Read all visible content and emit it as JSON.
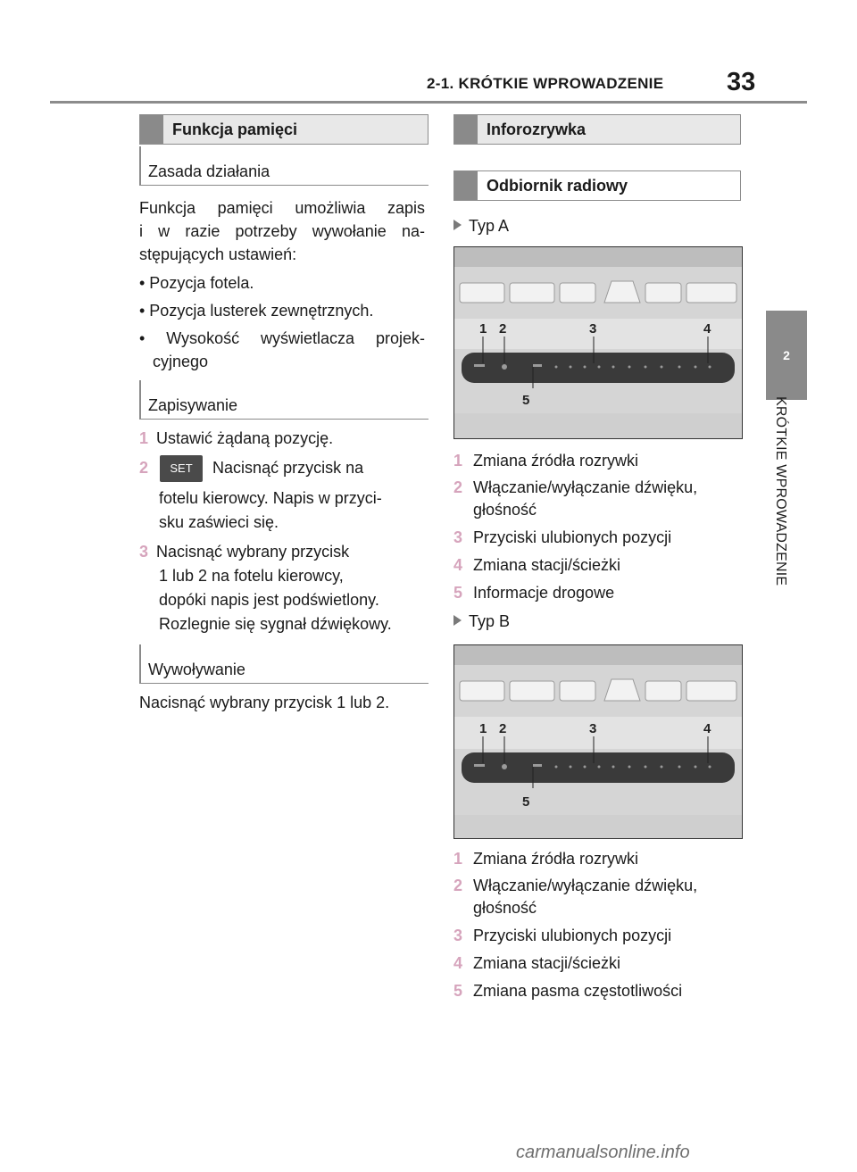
{
  "header": {
    "section": "2-1. KRÓTKIE WPROWADZENIE",
    "page_number": "33"
  },
  "side_tab": {
    "number": "2",
    "label": "KRÓTKIE WPROWADZENIE"
  },
  "left": {
    "title": "Funkcja pamięci",
    "sub1": "Zasada działania",
    "intro": [
      "Funkcja pamięci umożliwia zapis",
      "i w razie potrzeby wywołanie na-",
      "stępujących ustawień:"
    ],
    "bullets": [
      "• Pozycja fotela.",
      "• Pozycja lusterek zewnętrznych.",
      "• Wysokość wyświetlacza projek-",
      "cyjnego"
    ],
    "sub2": "Zapisywanie",
    "steps": {
      "s1_num": "1",
      "s1_text": "Ustawić żądaną pozycję.",
      "s2_num": "2",
      "s2_btn": "SET",
      "s2_line1": "Nacisnąć przycisk na",
      "s2_line2": "fotelu kierowcy. Napis w przyci-",
      "s2_line3": "sku zaświeci się.",
      "s3_num": "3",
      "s3_line1": "Nacisnąć wybrany przycisk",
      "s3_line2": "1 lub 2 na fotelu kierowcy,",
      "s3_line3": "dopóki napis jest podświetlony.",
      "s3_line4": "Rozlegnie się sygnał dźwiękowy."
    },
    "sub3": "Wywoływanie",
    "recall": "Nacisnąć wybrany przycisk 1 lub 2."
  },
  "right": {
    "title": "Inforozrywka",
    "subtitle": "Odbiornik radiowy",
    "typeA": "Typ A",
    "typeB": "Typ B",
    "figure_labels": [
      "1",
      "2",
      "3",
      "4",
      "5"
    ],
    "listA": [
      {
        "n": "1",
        "t": "Zmiana źródła rozrywki"
      },
      {
        "n": "2",
        "t": "Włączanie/wyłączanie dźwięku,",
        "t2": "głośność"
      },
      {
        "n": "3",
        "t": "Przyciski ulubionych pozycji"
      },
      {
        "n": "4",
        "t": "Zmiana stacji/ścieżki"
      },
      {
        "n": "5",
        "t": "Informacje drogowe"
      }
    ],
    "listB": [
      {
        "n": "1",
        "t": "Zmiana źródła rozrywki"
      },
      {
        "n": "2",
        "t": "Włączanie/wyłączanie dźwięku,",
        "t2": "głośność"
      },
      {
        "n": "3",
        "t": "Przyciski ulubionych pozycji"
      },
      {
        "n": "4",
        "t": "Zmiana stacji/ścieżki"
      },
      {
        "n": "5",
        "t": "Zmiana pasma częstotliwości"
      }
    ]
  },
  "watermark": "carmanualsonline.info",
  "colors": {
    "accent_number": "#d6a4bc",
    "title_bar": "#8a8a8a"
  }
}
